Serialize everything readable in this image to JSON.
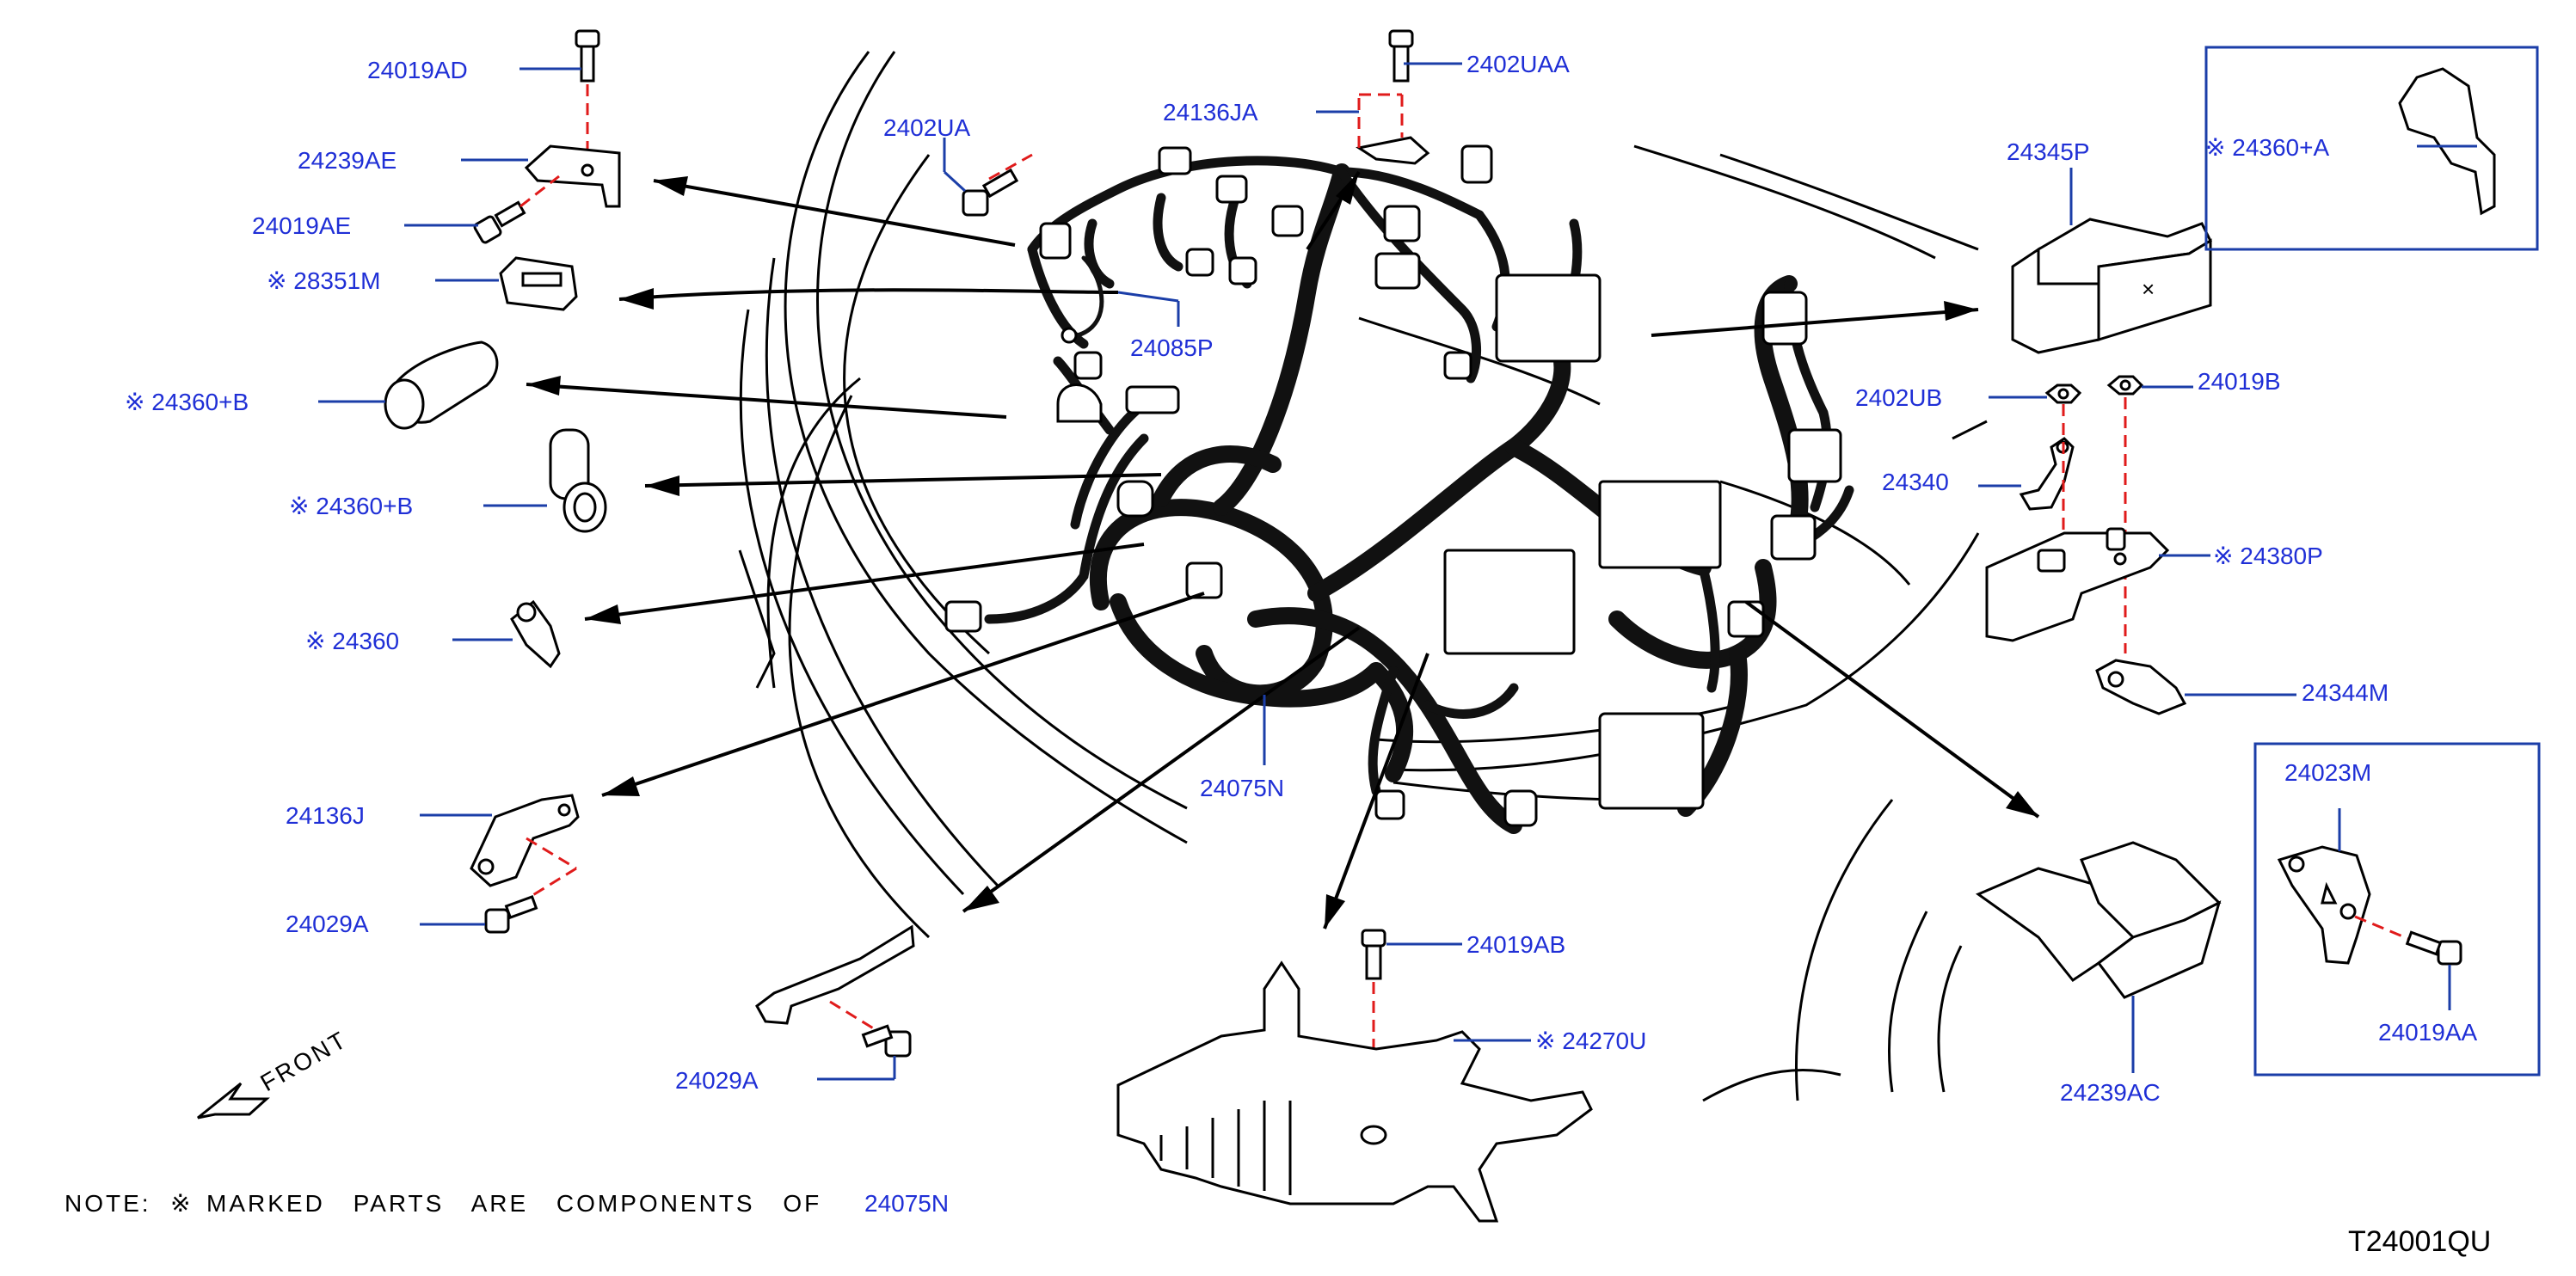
{
  "diagram": {
    "code": "T24001QU",
    "note": {
      "prefix": "NOTE:",
      "mark": "※",
      "text": "MARKED PARTS ARE COMPONENTS OF",
      "part": "24075N"
    },
    "front_label": "FRONT",
    "labels": {
      "p24019AD": "24019AD",
      "p24239AE": "24239AE",
      "p24019AE": "24019AE",
      "p28351M": "※ 28351M",
      "p24360B_1": "※ 24360+B",
      "p24360B_2": "※ 24360+B",
      "p24360": "※ 24360",
      "p24136J": "24136J",
      "p24029A_1": "24029A",
      "p24029A_2": "24029A",
      "p2402UA": "2402UA",
      "p24136JA": "24136JA",
      "p2402UAA": "2402UAA",
      "p24085P": "24085P",
      "p24075N": "24075N",
      "p24019AB": "24019AB",
      "p24270U": "※ 24270U",
      "p24345P": "24345P",
      "p24360A": "※ 24360+A",
      "p2402UB": "2402UB",
      "p24019B": "24019B",
      "p24340": "24340",
      "p24380P": "※ 24380P",
      "p24344M": "24344M",
      "p24023M": "24023M",
      "p24019AA": "24019AA",
      "p24239AC": "24239AC"
    }
  }
}
